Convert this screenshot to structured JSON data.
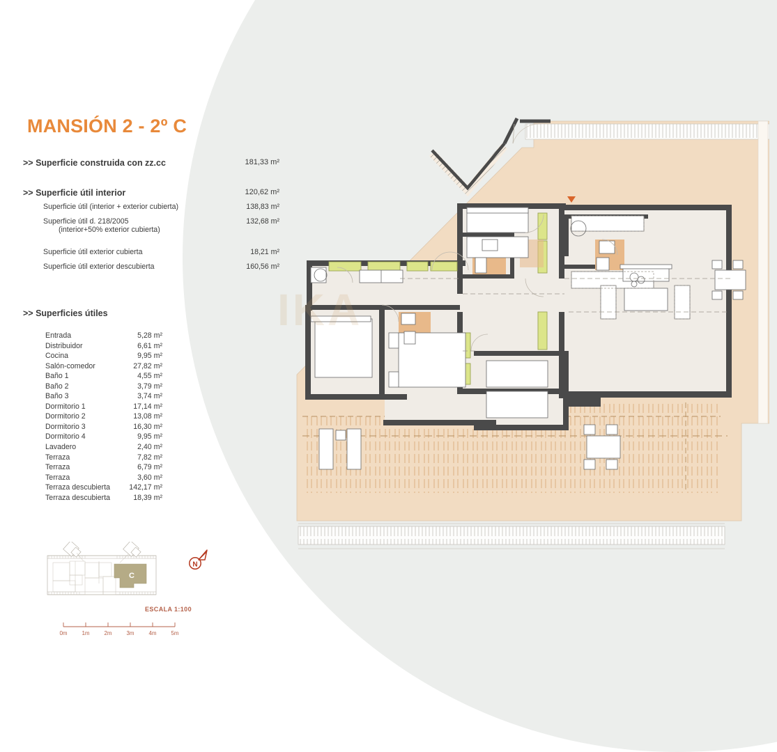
{
  "document": {
    "title": "MANSIÓN 2 - 2º C",
    "watermark": "IKA"
  },
  "colors": {
    "accent_orange": "#e8893a",
    "scale_text": "#b5624a",
    "terrace_fill": "#f2dcc2",
    "wall_dark": "#4a4a4a",
    "glazing_green": "#dce58a",
    "bath_tan": "#e8b98a",
    "interior_fill": "#f0ece6",
    "background_blob": "#eceeec",
    "keyplan_unit": "#b5ab86",
    "text": "#3b3b3b"
  },
  "headline_areas": [
    {
      "label": ">> Superficie construida con zz.cc",
      "value": "181,33 m²"
    },
    {
      "label": ">> Superficie útil interior",
      "value": "120,62 m²"
    }
  ],
  "sub_areas": [
    {
      "label": "Superficie útil (interior + exterior cubierta)",
      "label2": "",
      "value": "138,83 m²"
    },
    {
      "label": "Superficie útil  d. 218/2005",
      "label2": "(interior+50% exterior cubierta)",
      "value": "132,68 m²"
    },
    {
      "label": "Superficie útil exterior cubierta",
      "label2": "",
      "value": "18,21 m²"
    },
    {
      "label": "Superficie útil exterior descubierta",
      "label2": "",
      "value": "160,56 m²"
    }
  ],
  "rooms_heading": ">> Superficies útiles",
  "rooms": [
    {
      "name": "Entrada",
      "area": "5,28 m²"
    },
    {
      "name": "Distribuidor",
      "area": "6,61 m²"
    },
    {
      "name": "Cocina",
      "area": "9,95 m²"
    },
    {
      "name": "Salón-comedor",
      "area": "27,82 m²"
    },
    {
      "name": "Baño 1",
      "area": "4,55 m²"
    },
    {
      "name": "Baño 2",
      "area": "3,79 m²"
    },
    {
      "name": "Baño 3",
      "area": "3,74 m²"
    },
    {
      "name": "Dormitorio 1",
      "area": "17,14 m²"
    },
    {
      "name": "Dormitorio 2",
      "area": "13,08 m²"
    },
    {
      "name": "Dormitorio 3",
      "area": "16,30 m²"
    },
    {
      "name": "Dormitorio 4",
      "area": "9,95 m²"
    },
    {
      "name": "Lavadero",
      "area": "2,40 m²"
    },
    {
      "name": "Terraza",
      "area": "7,82 m²"
    },
    {
      "name": "Terraza",
      "area": "6,79 m²"
    },
    {
      "name": "Terraza",
      "area": "3,60 m²"
    },
    {
      "name": "Terraza descubierta",
      "area": "142,17 m²"
    },
    {
      "name": "Terraza descubierta",
      "area": "18,39 m²"
    }
  ],
  "keyplan": {
    "unit_label": "C"
  },
  "compass": {
    "label": "N"
  },
  "scale": {
    "title": "ESCALA 1:100",
    "ticks": [
      "0m",
      "1m",
      "2m",
      "3m",
      "4m",
      "5m"
    ]
  }
}
